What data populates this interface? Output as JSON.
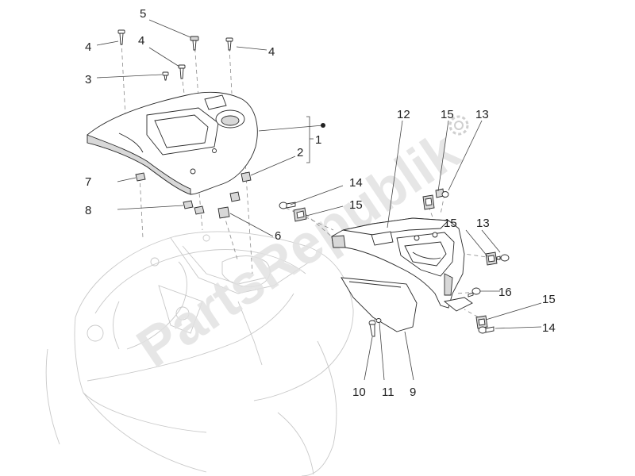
{
  "colors": {
    "line": "#2a2a2a",
    "faint": "#c8c8c8",
    "shade": "#d8d8d8",
    "watermark": "#e2e2e2",
    "text": "#222222"
  },
  "watermark": {
    "text": "PartsRepublik",
    "icon": "gear-icon"
  },
  "callouts": [
    {
      "id": "c5a",
      "label": "5"
    },
    {
      "id": "c4a",
      "label": "4"
    },
    {
      "id": "c4b",
      "label": "4"
    },
    {
      "id": "c4c",
      "label": "4"
    },
    {
      "id": "c3",
      "label": "3"
    },
    {
      "id": "c1",
      "label": "1"
    },
    {
      "id": "c2",
      "label": "2"
    },
    {
      "id": "c7",
      "label": "7"
    },
    {
      "id": "c8",
      "label": "8"
    },
    {
      "id": "c6",
      "label": "6"
    },
    {
      "id": "c12",
      "label": "12"
    },
    {
      "id": "c15a",
      "label": "15"
    },
    {
      "id": "c13a",
      "label": "13"
    },
    {
      "id": "c14a",
      "label": "14"
    },
    {
      "id": "c15b",
      "label": "15"
    },
    {
      "id": "c15c",
      "label": "15"
    },
    {
      "id": "c13b",
      "label": "13"
    },
    {
      "id": "c16",
      "label": "16"
    },
    {
      "id": "c15d",
      "label": "15"
    },
    {
      "id": "c14b",
      "label": "14"
    },
    {
      "id": "c10",
      "label": "10"
    },
    {
      "id": "c11",
      "label": "11"
    },
    {
      "id": "c9",
      "label": "9"
    }
  ]
}
